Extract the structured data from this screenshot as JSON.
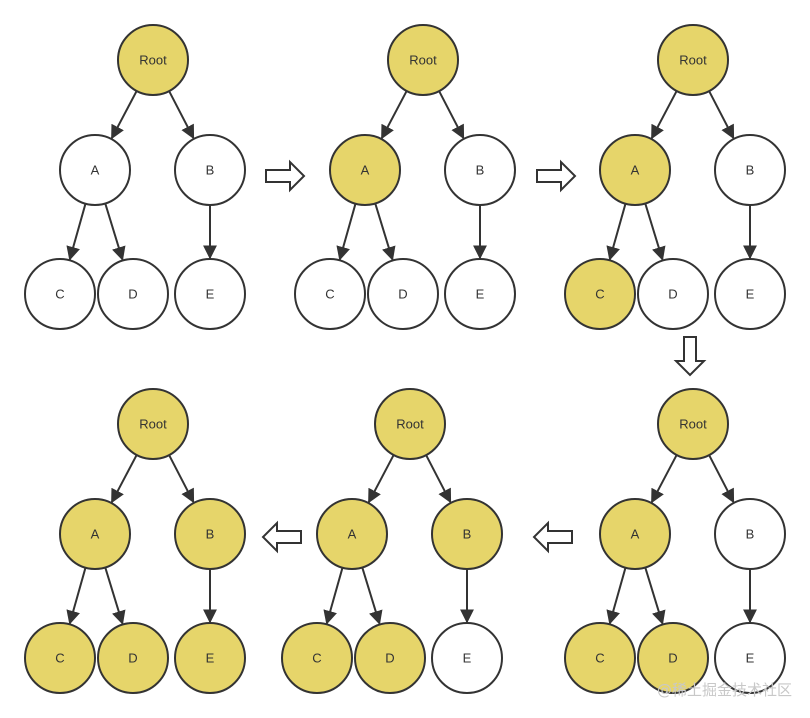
{
  "colors": {
    "visited": "#E6D56A",
    "unvisited": "#FFFFFF",
    "stroke": "#333333"
  },
  "labels": {
    "root": "Root",
    "a": "A",
    "b": "B",
    "c": "C",
    "d": "D",
    "e": "E"
  },
  "steps": [
    {
      "step": 1,
      "visited": [
        "Root"
      ]
    },
    {
      "step": 2,
      "visited": [
        "Root",
        "A"
      ]
    },
    {
      "step": 3,
      "visited": [
        "Root",
        "A",
        "C"
      ]
    },
    {
      "step": 4,
      "visited": [
        "Root",
        "A",
        "C",
        "D"
      ]
    },
    {
      "step": 5,
      "visited": [
        "Root",
        "A",
        "C",
        "D",
        "B"
      ]
    },
    {
      "step": 6,
      "visited": [
        "Root",
        "A",
        "C",
        "D",
        "B",
        "E"
      ]
    }
  ],
  "arrow_directions": [
    "right",
    "right",
    "down",
    "left",
    "left"
  ],
  "watermark": "@稀土掘金技术社区"
}
